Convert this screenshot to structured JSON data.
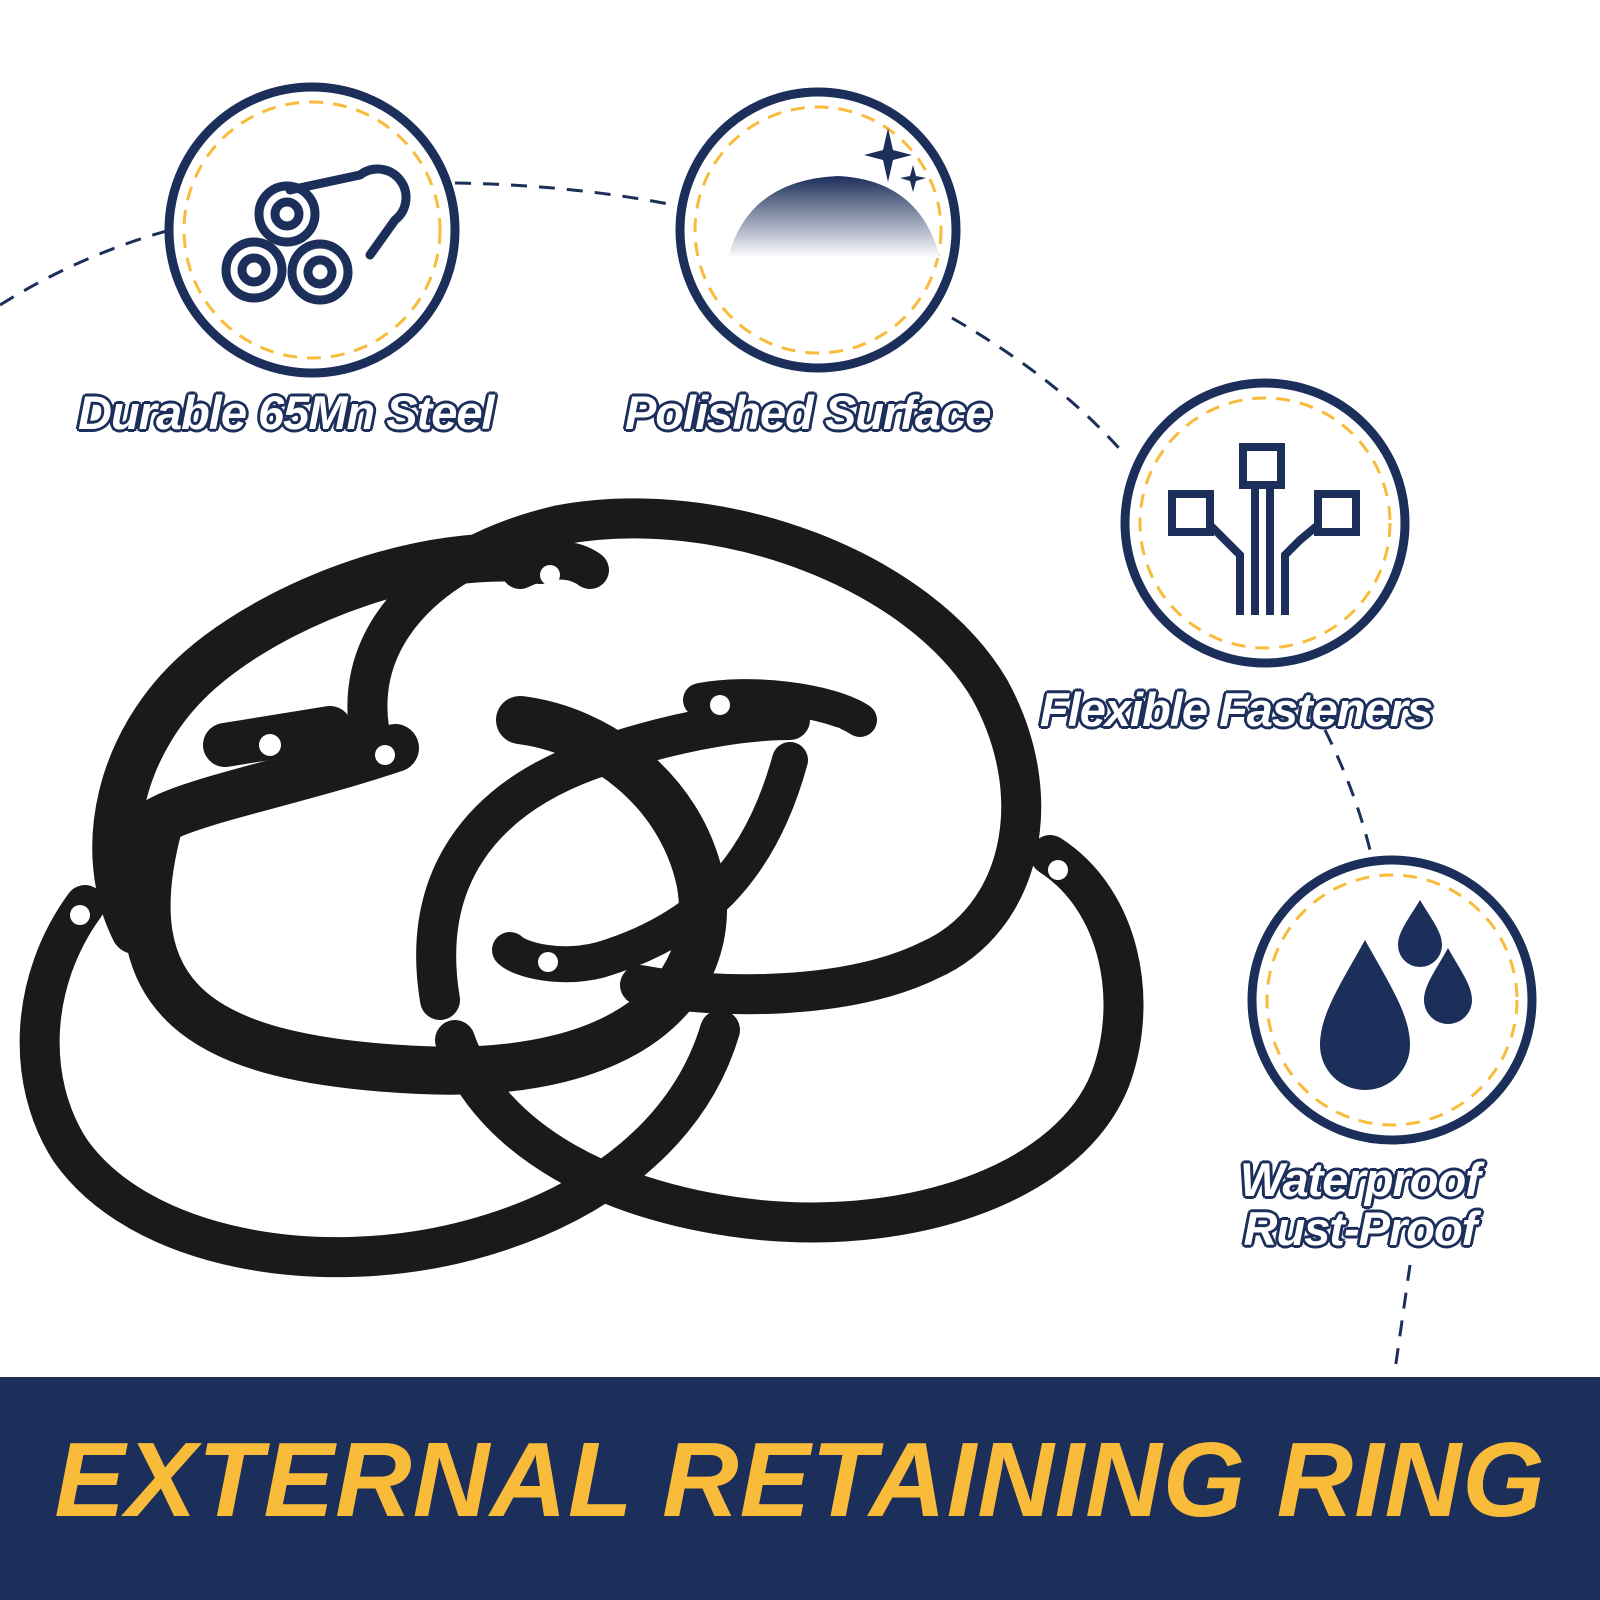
{
  "features": [
    {
      "label": "Durable 65Mn Steel",
      "icon": "steel-tubes-icon"
    },
    {
      "label": "Polished Surface",
      "icon": "polished-sparkle-icon"
    },
    {
      "label": "Flexible Fasteners",
      "icon": "circuit-nodes-icon"
    },
    {
      "label_lines": [
        "Waterproof",
        "Rust-Proof"
      ],
      "icon": "water-drops-icon"
    }
  ],
  "banner": {
    "title": "EXTERNAL RETAINING RING"
  },
  "colors": {
    "navy": "#1c2e5a",
    "gold": "#f8bb3a",
    "ring_black": "#1a1a1a"
  }
}
